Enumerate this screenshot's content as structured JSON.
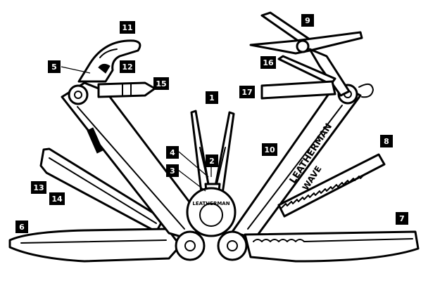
{
  "brand": {
    "handle_text": "LEATHERMAN",
    "model_text": "WAVE",
    "pivot_text": "LEATHERMAN"
  },
  "callouts": [
    {
      "id": "callout-1",
      "label": "1"
    },
    {
      "id": "callout-2",
      "label": "2"
    },
    {
      "id": "callout-3",
      "label": "3"
    },
    {
      "id": "callout-4",
      "label": "4"
    },
    {
      "id": "callout-5",
      "label": "5"
    },
    {
      "id": "callout-6",
      "label": "6"
    },
    {
      "id": "callout-7",
      "label": "7"
    },
    {
      "id": "callout-8",
      "label": "8"
    },
    {
      "id": "callout-9",
      "label": "9"
    },
    {
      "id": "callout-10",
      "label": "10"
    },
    {
      "id": "callout-11",
      "label": "11"
    },
    {
      "id": "callout-12",
      "label": "12"
    },
    {
      "id": "callout-13",
      "label": "13"
    },
    {
      "id": "callout-14",
      "label": "14"
    },
    {
      "id": "callout-15",
      "label": "15"
    },
    {
      "id": "callout-16",
      "label": "16"
    },
    {
      "id": "callout-17",
      "label": "17"
    }
  ]
}
